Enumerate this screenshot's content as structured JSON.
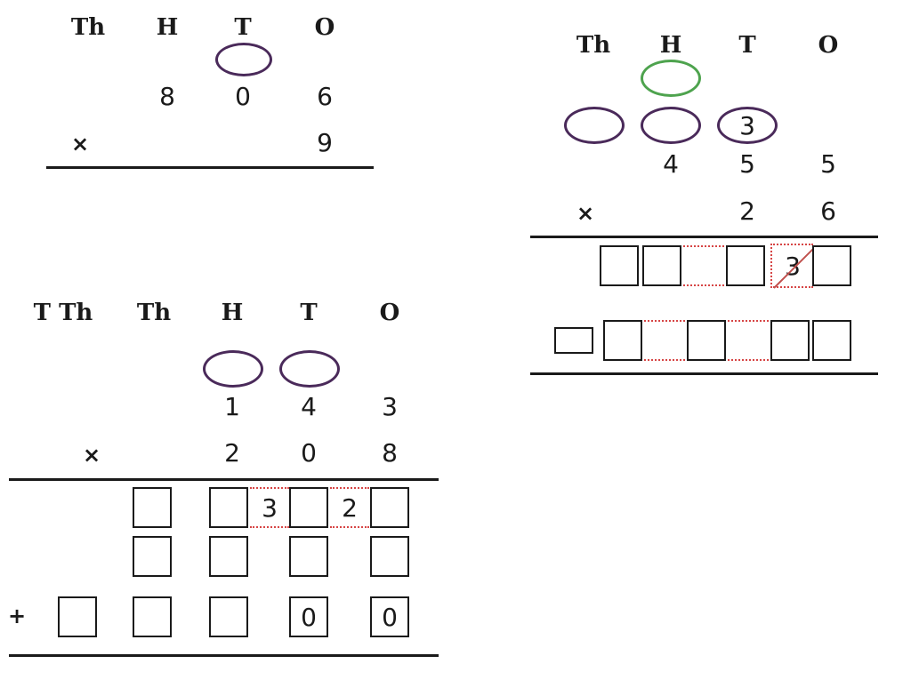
{
  "problem1": {
    "headers": [
      "Th",
      "H",
      "T",
      "O"
    ],
    "multiplicand": [
      "8",
      "0",
      "6"
    ],
    "multiplier": [
      "9"
    ],
    "operator": "×"
  },
  "problem2": {
    "headers": [
      "Th",
      "H",
      "T",
      "O"
    ],
    "carry_value": "3",
    "multiplicand": [
      "4",
      "5",
      "5"
    ],
    "multiplier": [
      "2",
      "6"
    ],
    "operator": "×",
    "row1_crossed_value": "3"
  },
  "problem3": {
    "headers": [
      "T Th",
      "Th",
      "H",
      "T",
      "O"
    ],
    "multiplicand": [
      "1",
      "4",
      "3"
    ],
    "multiplier": [
      "2",
      "0",
      "8"
    ],
    "operator": "×",
    "row1_between": [
      "3",
      "2"
    ],
    "row3_values": [
      "0",
      "0"
    ],
    "plus_operator": "+"
  },
  "colors": {
    "carry_oval": "#4a2a5a",
    "highlight_oval": "#4ea34e",
    "dotted_box": "#d64545"
  }
}
